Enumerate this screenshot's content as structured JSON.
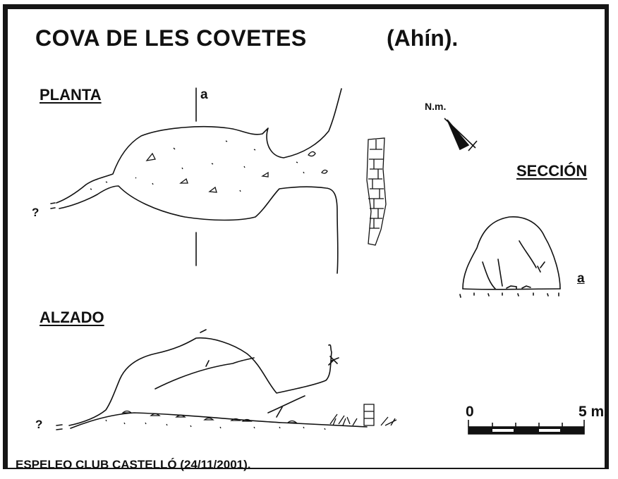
{
  "title": "COVA DE LES COVETES",
  "title_suffix": "(Ahín).",
  "plan": {
    "heading": "PLANTA",
    "section_mark": "a",
    "unknown_mark": "?"
  },
  "north": {
    "label": "N.m."
  },
  "section": {
    "heading": "SECCIÓN",
    "mark": "a"
  },
  "elevation": {
    "heading": "ALZADO",
    "unknown_mark": "?"
  },
  "scale": {
    "start_label": "0",
    "end_label": "5 m."
  },
  "footer": "ESPELEO CLUB CASTELLÓ   (24/11/2001)."
}
